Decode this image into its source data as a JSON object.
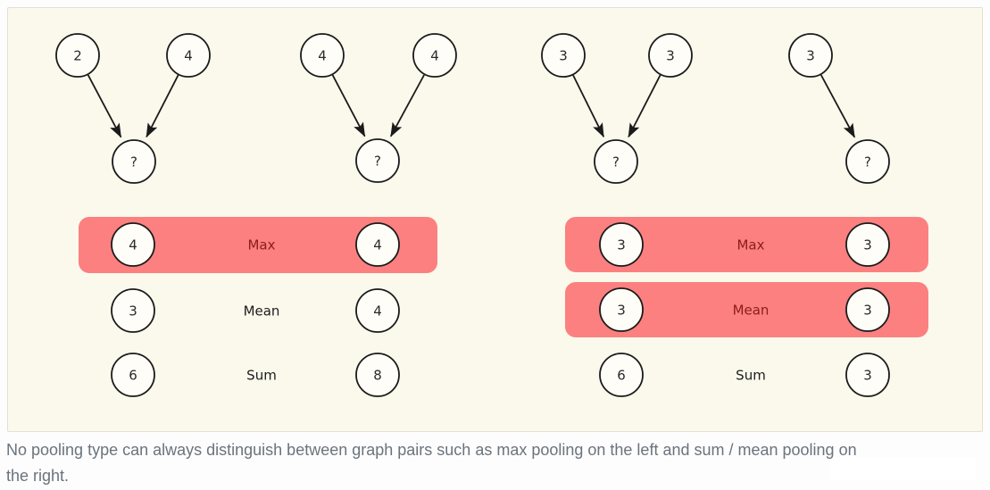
{
  "figure": {
    "graphs": [
      {
        "inputs": [
          "2",
          "4"
        ],
        "output": "?"
      },
      {
        "inputs": [
          "4",
          "4"
        ],
        "output": "?"
      },
      {
        "inputs": [
          "3",
          "3"
        ],
        "output": "?"
      },
      {
        "inputs": [
          "3"
        ],
        "output": "?"
      }
    ],
    "pooling": {
      "left": {
        "rows": [
          {
            "label": "Max",
            "values": [
              "4",
              "4"
            ],
            "highlighted": true
          },
          {
            "label": "Mean",
            "values": [
              "3",
              "4"
            ],
            "highlighted": false
          },
          {
            "label": "Sum",
            "values": [
              "6",
              "8"
            ],
            "highlighted": false
          }
        ]
      },
      "right": {
        "rows": [
          {
            "label": "Max",
            "values": [
              "3",
              "3"
            ],
            "highlighted": true
          },
          {
            "label": "Mean",
            "values": [
              "3",
              "3"
            ],
            "highlighted": true
          },
          {
            "label": "Sum",
            "values": [
              "6",
              "3"
            ],
            "highlighted": false
          }
        ]
      }
    },
    "colors": {
      "panel_background": "#fbf9ec",
      "highlight_fill": "#fc8080",
      "highlight_label": "#8b1c1c",
      "node_fill": "#fffdf7",
      "node_stroke": "#1b1b1b",
      "caption_color": "#6a737d"
    }
  },
  "caption": {
    "line1": "No pooling type can always distinguish between graph pairs such as max pooling on the left and sum / mean pooling on",
    "line2": "the right."
  }
}
